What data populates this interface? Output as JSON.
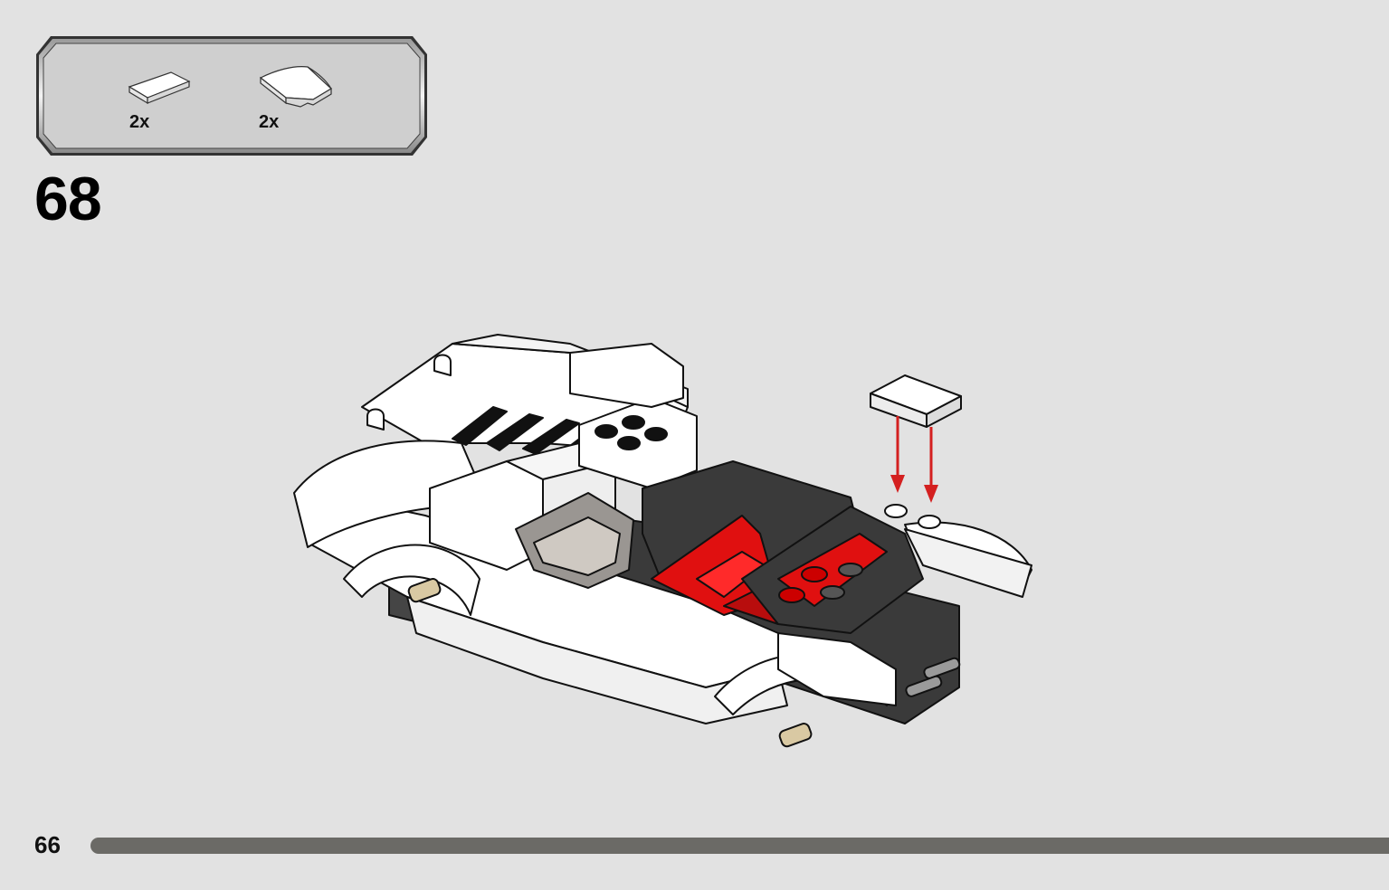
{
  "parts_callout": {
    "items": [
      {
        "name": "tile-1x2-white-icon",
        "quantity": "2x"
      },
      {
        "name": "curved-slope-2x2-white-icon",
        "quantity": "2x"
      }
    ]
  },
  "step": {
    "number": "68"
  },
  "page": {
    "number": "66"
  },
  "colors": {
    "background": "#e2e2e2",
    "callout_fill": "#cfcfcf",
    "callout_border": "#333333",
    "brick_white": "#ffffff",
    "brick_red": "#e01010",
    "brick_dark": "#3a3a3a",
    "arrow_red": "#d42020",
    "progress_bar": "#6b6a66"
  }
}
